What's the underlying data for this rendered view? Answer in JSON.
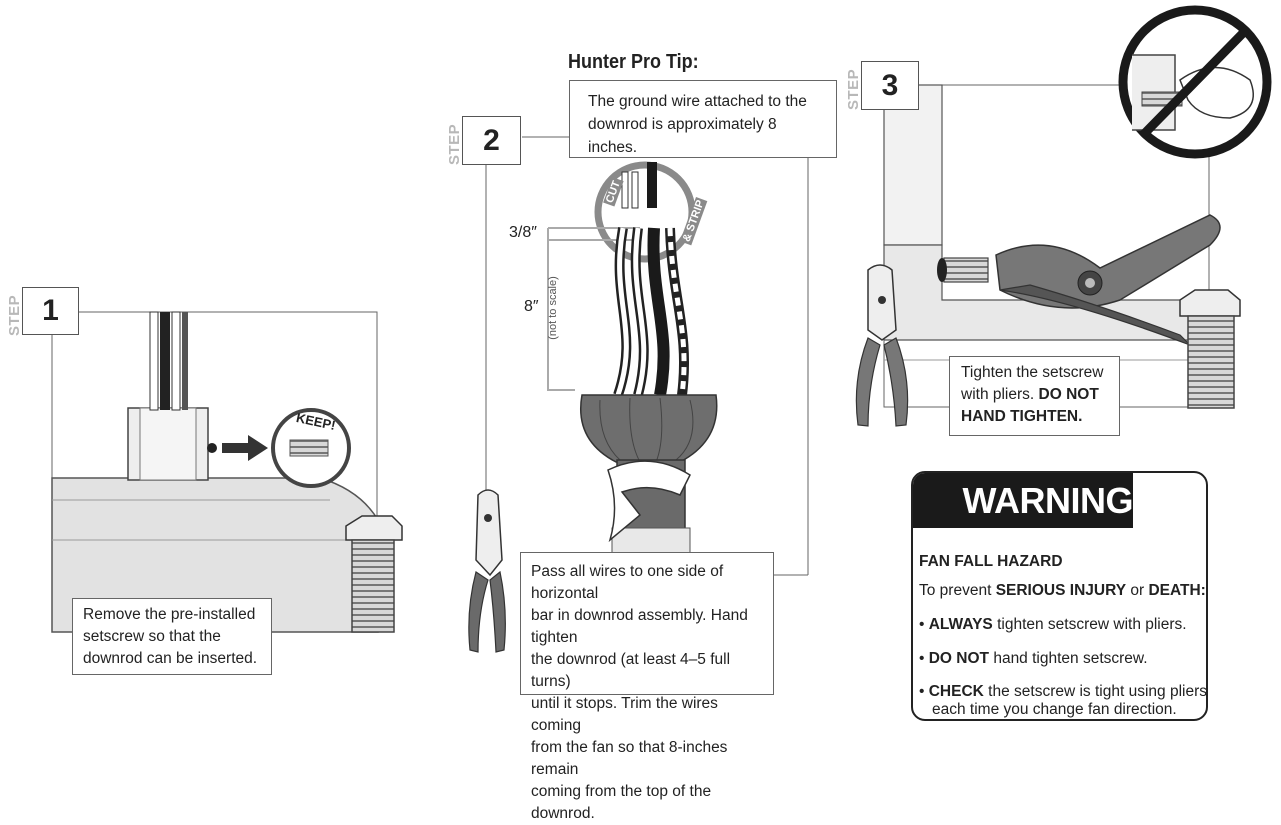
{
  "step1": {
    "step_word": "STEP",
    "number": "1",
    "keep_label": "KEEP!",
    "caption": [
      "Remove the pre-installed",
      "setscrew so that the",
      "downrod can be inserted."
    ]
  },
  "step2": {
    "step_word": "STEP",
    "number": "2",
    "tip_title": "Hunter Pro Tip:",
    "tip_text": [
      "The ground wire attached to the",
      "downrod is approximately 8 inches."
    ],
    "cut_label": "CUT",
    "strip_label": "& STRIP",
    "dim_short": "3/8″",
    "dim_long": "8″",
    "not_to_scale": "(not to scale)",
    "caption": [
      "Pass all wires to one side of horizontal",
      "bar in downrod assembly. Hand tighten",
      "the downrod (at least 4–5 full turns)",
      "until it stops. Trim the wires coming",
      "from the fan so that 8-inches remain",
      "coming from the top of the downrod."
    ]
  },
  "step3": {
    "step_word": "STEP",
    "number": "3",
    "caption_line1": "Tighten the setscrew",
    "caption_line2_plain": "with pliers. ",
    "caption_line2_bold": "DO NOT",
    "caption_line3_bold": "HAND TIGHTEN."
  },
  "warning": {
    "title": "WARNING",
    "hazard": "FAN FALL HAZARD",
    "prevent_plain": "To prevent ",
    "prevent_bold1": "SERIOUS INJURY",
    "prevent_or": " or ",
    "prevent_bold2": "DEATH:",
    "bullet1_bold": "ALWAYS",
    "bullet1_rest": " tighten setscrew with pliers.",
    "bullet2_bold": "DO NOT",
    "bullet2_rest": " hand tighten setscrew.",
    "bullet3_bold": "CHECK",
    "bullet3_rest": " the setscrew is tight using pliers",
    "bullet3_line2": "each time you change fan direction."
  },
  "icons": [
    "pliers-icon",
    "no-hand-tighten-icon",
    "falling-fan-person-icon",
    "hazard-triangle-icon",
    "setscrew-icon",
    "downrod-illustration"
  ]
}
